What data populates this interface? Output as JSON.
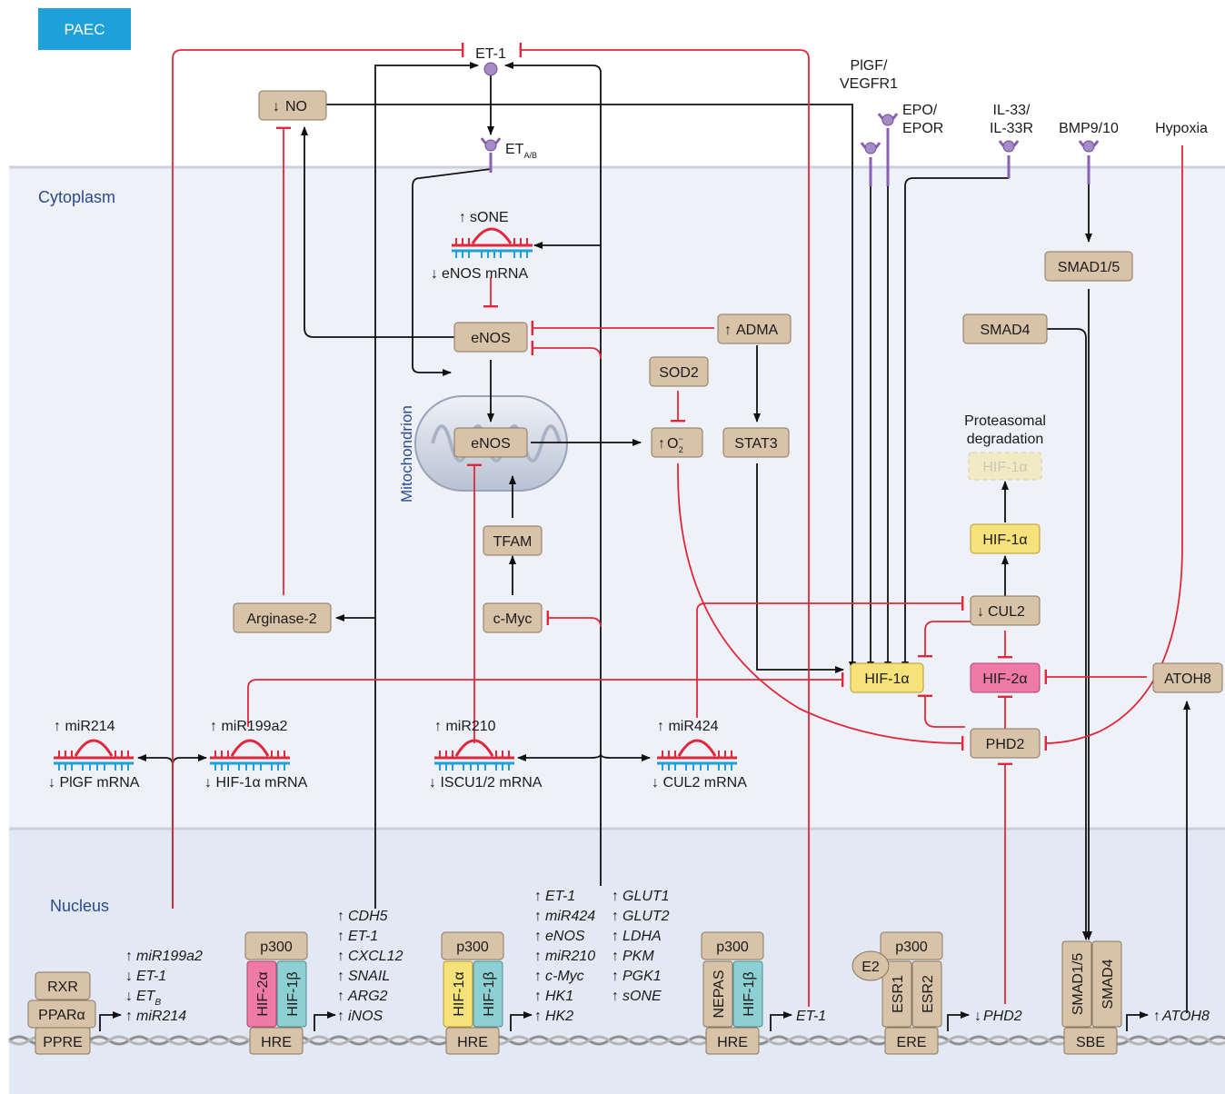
{
  "header": {
    "badge": "PAEC"
  },
  "compartments": {
    "cytoplasm": "Cytoplasm",
    "nucleus": "Nucleus",
    "mitochondrion": "Mitochondrion"
  },
  "ligands": {
    "et1": "ET-1",
    "plgf": [
      "PlGF/",
      "VEGFR1"
    ],
    "epo": [
      "EPO/",
      "EPOR"
    ],
    "il33": [
      "IL-33/",
      "IL-33R"
    ],
    "bmp": "BMP9/10",
    "hypoxia": "Hypoxia",
    "eta_b": "ET",
    "eta_b_sub": "A/B"
  },
  "nodes": {
    "no": "NO",
    "sone": "sONE",
    "enos_mrna": "eNOS mRNA",
    "enos": "eNOS",
    "enos_mito": "eNOS",
    "adma": "ADMA",
    "sod2": "SOD2",
    "o2": "O",
    "o2_sub": "2",
    "o2_sup": "−",
    "stat3": "STAT3",
    "tfam": "TFAM",
    "cmyc": "c-Myc",
    "arginase": "Arginase-2",
    "smad15": "SMAD1/5",
    "smad4": "SMAD4",
    "proteasomal": [
      "Proteasomal",
      "degradation"
    ],
    "hif1a_faded": "HIF-1α",
    "hif1a_upper": "HIF-1α",
    "cul2": "CUL2",
    "hif1a_main": "HIF-1α",
    "hif2a": "HIF-2α",
    "atoh8": "ATOH8",
    "phd2": "PHD2"
  },
  "mirnas": [
    {
      "name": "miR214",
      "mrna": "PlGF mRNA"
    },
    {
      "name": "miR199a2",
      "mrna": "HIF-1α mRNA"
    },
    {
      "name": "miR210",
      "mrna": "ISCU1/2 mRNA"
    },
    {
      "name": "miR424",
      "mrna": "CUL2 mRNA"
    }
  ],
  "nucleus": {
    "pparg": {
      "rxr": "RXR",
      "ppar": "PPARα",
      "element": "PPRE",
      "targets": [
        {
          "dir": "up",
          "text": "miR199a2"
        },
        {
          "dir": "down",
          "text": "ET-1"
        },
        {
          "dir": "down",
          "text": "ET",
          "sub": "B"
        },
        {
          "dir": "up",
          "text": "miR214"
        }
      ]
    },
    "hif2": {
      "p300": "p300",
      "a": "HIF-2α",
      "b": "HIF-1β",
      "element": "HRE",
      "targets": [
        {
          "dir": "up",
          "text": "CDH5"
        },
        {
          "dir": "up",
          "text": "ET-1"
        },
        {
          "dir": "up",
          "text": "CXCL12"
        },
        {
          "dir": "up",
          "text": "SNAIL"
        },
        {
          "dir": "up",
          "text": "ARG2"
        },
        {
          "dir": "up",
          "text": "iNOS"
        }
      ]
    },
    "hif1": {
      "p300": "p300",
      "a": "HIF-1α",
      "b": "HIF-1β",
      "element": "HRE",
      "targets_left": [
        {
          "dir": "up",
          "text": "ET-1"
        },
        {
          "dir": "up",
          "text": "miR424"
        },
        {
          "dir": "up",
          "text": "eNOS"
        },
        {
          "dir": "up",
          "text": "miR210"
        },
        {
          "dir": "up",
          "text": "c-Myc"
        },
        {
          "dir": "up",
          "text": "HK1"
        },
        {
          "dir": "up",
          "text": "HK2"
        }
      ],
      "targets_right": [
        {
          "dir": "up",
          "text": "GLUT1"
        },
        {
          "dir": "up",
          "text": "GLUT2"
        },
        {
          "dir": "up",
          "text": "LDHA"
        },
        {
          "dir": "up",
          "text": "PKM"
        },
        {
          "dir": "up",
          "text": "PGK1"
        },
        {
          "dir": "up",
          "text": "sONE"
        }
      ]
    },
    "nepas": {
      "p300": "p300",
      "a": "NEPAS",
      "b": "HIF-1β",
      "element": "HRE",
      "target": "ET-1"
    },
    "esr": {
      "p300": "p300",
      "e2": "E2",
      "a": "ESR1",
      "b": "ESR2",
      "element": "ERE",
      "target": "PHD2"
    },
    "smad": {
      "a": "SMAD1/5",
      "b": "SMAD4",
      "element": "SBE",
      "target": "ATOH8"
    }
  },
  "colors": {
    "activation": "#111111",
    "inhibition": "#e0283a",
    "badge": "#1ea1d8",
    "receptor": "#8a5fb0"
  }
}
